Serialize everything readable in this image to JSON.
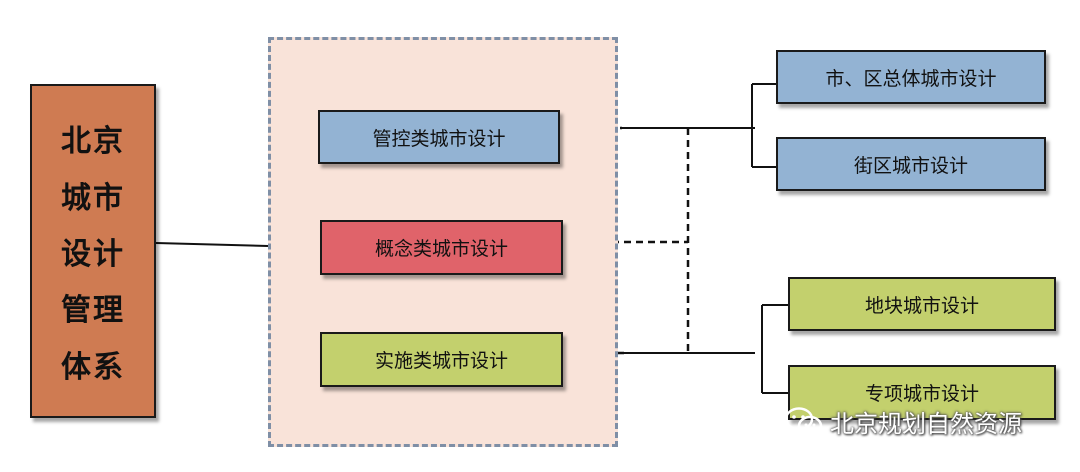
{
  "colors": {
    "root": "#cf7b52",
    "control": "#93b3d3",
    "concept": "#e0636a",
    "implement": "#c3d06d",
    "right_blue": "#93b3d3",
    "right_green": "#c3d06d",
    "frame_bg": "#f9e3d9",
    "dot_line": "#8a6a58"
  },
  "root": {
    "chars": [
      "北京",
      "城市",
      "设计",
      "管理",
      "体系"
    ]
  },
  "middle": {
    "control": "管控类城市设计",
    "concept": "概念类城市设计",
    "implement": "实施类城市设计"
  },
  "right": {
    "city_district": "市、区总体城市设计",
    "block": "街区城市设计",
    "parcel": "地块城市设计",
    "special": "专项城市设计"
  },
  "watermark": {
    "text": "北京规划自然资源",
    "icon": "wechat-icon"
  }
}
